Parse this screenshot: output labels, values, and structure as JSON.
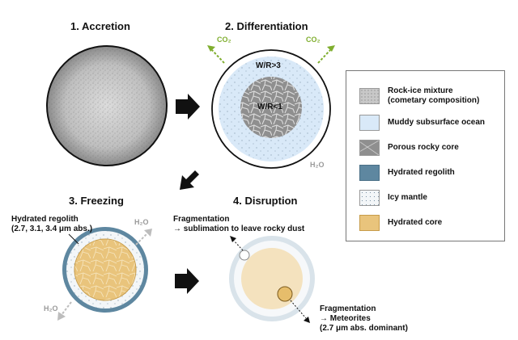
{
  "stages": {
    "accretion": "1. Accretion",
    "differentiation": "2. Differentiation",
    "freezing": "3. Freezing",
    "disruption": "4. Disruption"
  },
  "differentiation": {
    "co2_left": "CO₂",
    "co2_right": "CO₂",
    "wr_high": "W/R>3",
    "wr_low": "W/R<1",
    "h2o": "H₂O"
  },
  "freezing": {
    "regolith_label_line1": "Hydrated regolith",
    "regolith_label_line2": "(2.7, 3.1, 3.4 μm abs.)",
    "h2o_top": "H₂O",
    "h2o_bottom": "H₂O"
  },
  "disruption": {
    "frag_top_line1": "Fragmentation",
    "frag_top_line2": "→ sublimation to leave rocky dust",
    "frag_bottom_line1": "Fragmentation",
    "frag_bottom_line2": "→ Meteorites",
    "frag_bottom_line3": "(2.7 μm abs. dominant)"
  },
  "legend": {
    "items": [
      {
        "label_line1": "Rock-ice mixture",
        "label_line2": "(cometary composition)",
        "swatch": "rock-ice"
      },
      {
        "label_line1": "Muddy subsurface ocean",
        "label_line2": "",
        "swatch": "muddy"
      },
      {
        "label_line1": "Porous rocky core",
        "label_line2": "",
        "swatch": "porous"
      },
      {
        "label_line1": "Hydrated regolith",
        "label_line2": "",
        "swatch": "regolith"
      },
      {
        "label_line1": "Icy mantle",
        "label_line2": "",
        "swatch": "icy"
      },
      {
        "label_line1": "Hydrated core",
        "label_line2": "",
        "swatch": "core"
      }
    ]
  },
  "colors": {
    "muddy": "#d9e9f8",
    "porous": "#9a9a9a",
    "regolith": "#5e87a0",
    "icy": "#f3f6f8",
    "core": "#e9c47c",
    "co2": "#7fae2e"
  }
}
